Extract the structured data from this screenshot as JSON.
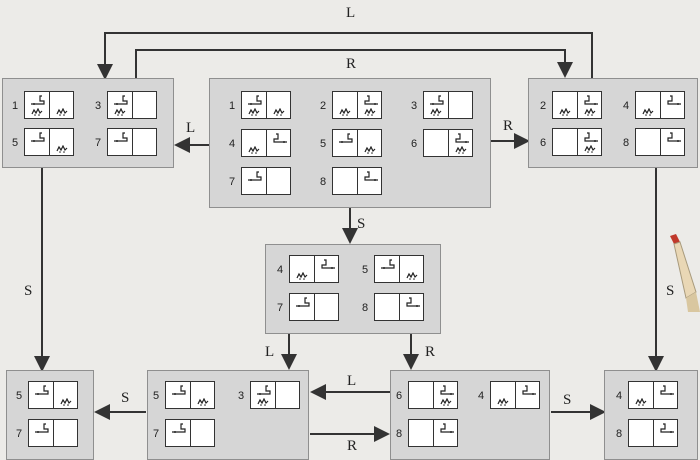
{
  "diagram": {
    "arrow_labels": {
      "top_left": "L",
      "top_right_from_center": "R",
      "center_to_left": "L",
      "center_to_right": "R",
      "center_down": "S",
      "left_down": "S",
      "right_down": "S",
      "mid_left": "L",
      "mid_right": "R",
      "bottom_s1": "S",
      "bottom_left": "L",
      "bottom_s2": "S",
      "bottom_right": "R"
    },
    "states": {
      "left_box": [
        {
          "num": "1",
          "vac": "left",
          "dirt": [
            true,
            true
          ]
        },
        {
          "num": "3",
          "vac": "left",
          "dirt": [
            true,
            false
          ]
        },
        {
          "num": "5",
          "vac": "left",
          "dirt": [
            false,
            true
          ]
        },
        {
          "num": "7",
          "vac": "left",
          "dirt": [
            false,
            false
          ]
        }
      ],
      "center_box": [
        {
          "num": "1",
          "vac": "left",
          "dirt": [
            true,
            true
          ]
        },
        {
          "num": "2",
          "vac": "right",
          "dirt": [
            true,
            true
          ]
        },
        {
          "num": "3",
          "vac": "left",
          "dirt": [
            true,
            false
          ]
        },
        {
          "num": "4",
          "vac": "right",
          "dirt": [
            true,
            false
          ]
        },
        {
          "num": "5",
          "vac": "left",
          "dirt": [
            false,
            true
          ]
        },
        {
          "num": "6",
          "vac": "right",
          "dirt": [
            false,
            true
          ]
        },
        {
          "num": "7",
          "vac": "left",
          "dirt": [
            false,
            false
          ]
        },
        {
          "num": "8",
          "vac": "right",
          "dirt": [
            false,
            false
          ]
        }
      ],
      "right_box": [
        {
          "num": "2",
          "vac": "right",
          "dirt": [
            true,
            true
          ]
        },
        {
          "num": "4",
          "vac": "right",
          "dirt": [
            true,
            false
          ]
        },
        {
          "num": "6",
          "vac": "right",
          "dirt": [
            false,
            true
          ]
        },
        {
          "num": "8",
          "vac": "right",
          "dirt": [
            false,
            false
          ]
        }
      ],
      "mid_box": [
        {
          "num": "4",
          "vac": "right",
          "dirt": [
            true,
            false
          ]
        },
        {
          "num": "5",
          "vac": "left",
          "dirt": [
            false,
            true
          ]
        },
        {
          "num": "7",
          "vac": "left",
          "dirt": [
            false,
            false
          ]
        },
        {
          "num": "8",
          "vac": "right",
          "dirt": [
            false,
            false
          ]
        }
      ],
      "bottom_far_left": [
        {
          "num": "5",
          "vac": "left",
          "dirt": [
            false,
            true
          ]
        },
        {
          "num": "7",
          "vac": "left",
          "dirt": [
            false,
            false
          ]
        }
      ],
      "bottom_left": [
        {
          "num": "5",
          "vac": "left",
          "dirt": [
            false,
            true
          ]
        },
        {
          "num": "3",
          "vac": "left",
          "dirt": [
            true,
            false
          ]
        },
        {
          "num": "7",
          "vac": "left",
          "dirt": [
            false,
            false
          ]
        }
      ],
      "bottom_mid": [
        {
          "num": "6",
          "vac": "right",
          "dirt": [
            false,
            true
          ]
        },
        {
          "num": "4",
          "vac": "right",
          "dirt": [
            true,
            false
          ]
        },
        {
          "num": "8",
          "vac": "right",
          "dirt": [
            false,
            false
          ]
        }
      ],
      "bottom_right": [
        {
          "num": "4",
          "vac": "right",
          "dirt": [
            true,
            false
          ]
        },
        {
          "num": "8",
          "vac": "right",
          "dirt": [
            false,
            false
          ]
        }
      ]
    },
    "colors": {
      "box": "#d6d6d6",
      "line": "#333333",
      "background": "#ecebe8"
    }
  }
}
